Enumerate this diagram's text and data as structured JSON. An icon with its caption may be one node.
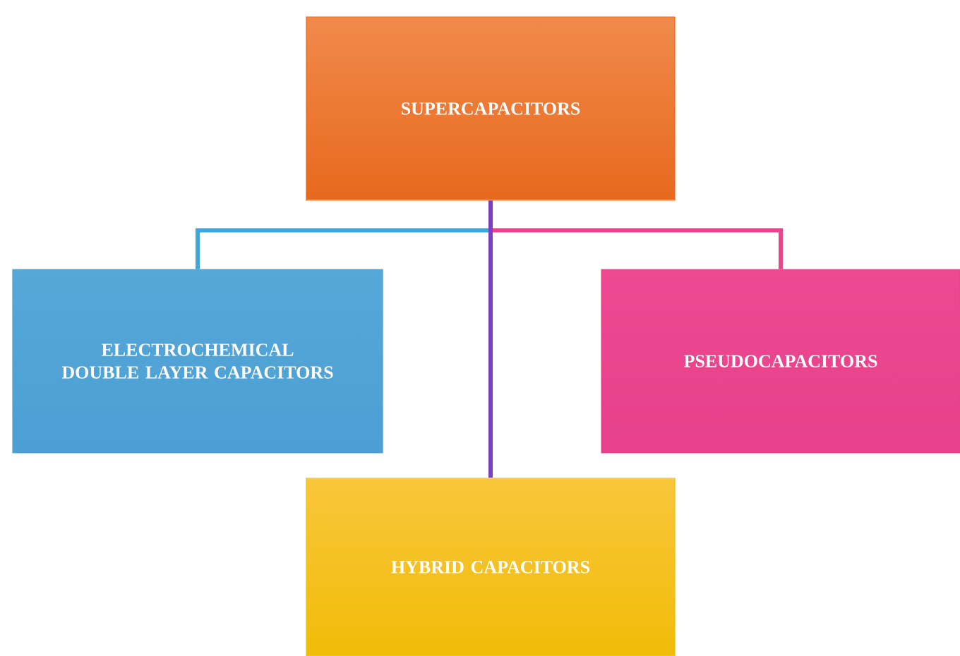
{
  "diagram": {
    "nodes": [
      {
        "text": [
          "SUPERCAPACITORS"
        ]
      },
      {
        "text": [
          "ELECTROCHEMICAL DOUBLE LAYER CAPACITORS"
        ]
      },
      {
        "text": [
          "PSEUDOCAPACITORS"
        ]
      },
      {
        "text": [
          "HYBRID CAPACITORS"
        ]
      }
    ],
    "edges": [
      {
        "from": 0,
        "to": 1,
        "arrow": "none",
        "color": "#3fa6dc"
      },
      {
        "from": 0,
        "to": 2,
        "arrow": "none",
        "color": "#e8458e"
      },
      {
        "from": 0,
        "to": 3,
        "arrow": "none",
        "color": "#7b3fbf"
      }
    ]
  }
}
